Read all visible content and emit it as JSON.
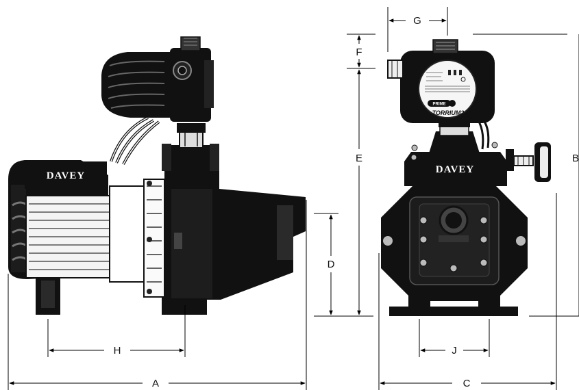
{
  "diagram": {
    "brand": "DAVEY",
    "panel": {
      "prime_button": "PRIME",
      "logo": "TORRIUM2"
    },
    "dimensions": {
      "a": "A",
      "b": "B",
      "c": "C",
      "d": "D",
      "e": "E",
      "f": "F",
      "g": "G",
      "h": "H",
      "j": "J"
    },
    "colors": {
      "body": "#111111",
      "motor": "#f4f4f4",
      "line": "#000000"
    }
  }
}
